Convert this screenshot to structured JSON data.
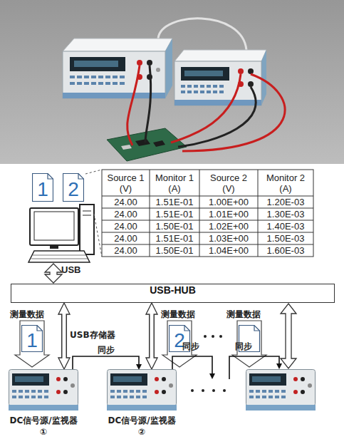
{
  "diagram": {
    "nodes": [
      {
        "text": [
          "1"
        ]
      },
      {
        "text": [
          "2"
        ]
      },
      {
        "text": [
          "USB-HUB"
        ]
      },
      {
        "text": [
          "1"
        ]
      },
      {
        "text": [
          "2"
        ]
      },
      {
        "text": [
          "DC信号源/监视器 ①"
        ]
      },
      {
        "text": [
          "DC信号源/监视器 ②"
        ]
      }
    ],
    "edges": [
      {
        "from": 2,
        "to": 5,
        "arrow": "both"
      },
      {
        "from": 2,
        "to": 6,
        "arrow": "both"
      },
      {
        "from": 5,
        "to": 6,
        "arrow": "to",
        "label": "同步"
      }
    ],
    "labels": [
      "Source 1 (V)",
      "Monitor 1 (A)",
      "Source 2 (V)",
      "Monitor 2 (A)",
      "24.00",
      "1.51E-01",
      "1.00E+00",
      "1.20E-03",
      "24.00",
      "1.51E-01",
      "1.01E+00",
      "1.30E-03",
      "24.00",
      "1.50E-01",
      "1.02E+00",
      "1.40E-03",
      "24.00",
      "1.51E-01",
      "1.03E+00",
      "1.50E-03",
      "24.00",
      "1.50E-01",
      "1.04E+00",
      "1.60E-03",
      "USB",
      "测量数据",
      "USB存储器",
      "测量数据",
      "测量数据",
      "同步",
      "同步"
    ]
  }
}
